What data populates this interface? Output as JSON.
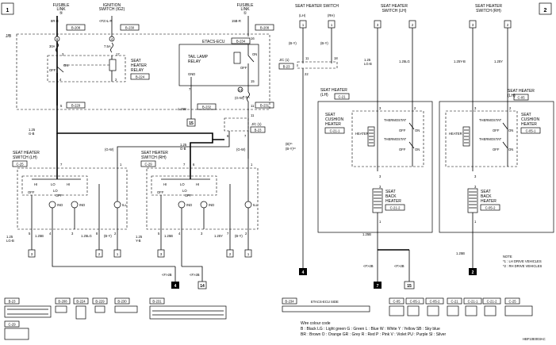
{
  "page_numbers": [
    "1",
    "2"
  ],
  "top_labels": {
    "fusible_link_5": [
      "FUSIBLE",
      "LINK",
      "⑤"
    ],
    "ignition_switch": [
      "IGNITION",
      "SWITCH (IG2)"
    ],
    "fusible_link_1": [
      "FUSIBLE",
      "LINK",
      "①"
    ],
    "seat_heater_switch": "SEAT HEATER SWITCH",
    "lh": "(LH)",
    "rh": "(RH)",
    "seat_heater_switch_lh": [
      "SEAT HEATER",
      "SWITCH (LH)"
    ],
    "seat_heater_switch_rh": [
      "SEAT HEATER",
      "SWITCH (RH)"
    ]
  },
  "left_wires": {
    "w_8r": "8R-R",
    "w_f2l": "<F2>L-R",
    "w_15b": "15B-R",
    "jb": "J/B",
    "b208a": "B-208",
    "b230": "B-230",
    "b208b": "B-208",
    "pin6": "6",
    "pin4a": "4",
    "pin16": "16",
    "amp30": "30A",
    "amp7_5": "7.5A",
    "pin3": "3",
    "pin17": "17",
    "etacs": "ETACS-ECU",
    "b234": "B-234",
    "off": "OFF",
    "on": "ON",
    "seat_heater_relay": [
      "SEAT",
      "HEATER",
      "RELAY"
    ],
    "b224": "B-224",
    "tail_lamp_relay": [
      "TAIL LAMP",
      "RELAY"
    ],
    "gnd": "GND",
    "pin4b": "4",
    "pin2": "2",
    "pin7": "7",
    "pin15": "15",
    "pin14": "14",
    "amp7_5b": "7.5A",
    "pin5": "5",
    "b229": "B-229",
    "w125b": "1.25B",
    "b232": "B-232",
    "gw": "(G-W)",
    "pin11": "11",
    "b231": "B-231",
    "ground15": "15",
    "jc1": "J/C (1)",
    "b23": "B-23",
    "w125gb": [
      "1.25",
      "G-B"
    ],
    "pin6b": "6",
    "pin7b": "7",
    "pin8": "8"
  },
  "switch_lh": {
    "title": [
      "SEAT HEATER",
      "SWITCH (LH)"
    ],
    "conn": "C-25",
    "pins_top": [
      "7",
      "1"
    ],
    "hi": "HI",
    "lo": "LO",
    "off": "OFF",
    "ind": "IND",
    "ill": "ILL",
    "pins_bottom": [
      "5",
      "4",
      "3",
      "8",
      "2"
    ],
    "gw": "(G-W)"
  },
  "switch_rh": {
    "title": [
      "SEAT HEATER",
      "SWITCH (RH)"
    ],
    "conn": "C-29",
    "pins_top": [
      "7",
      "6",
      "1"
    ],
    "pins_bottom": [
      "5",
      "4",
      "3",
      "7",
      "2"
    ]
  },
  "bottom_wires": {
    "w125lgb": [
      "1.25",
      "LG-B"
    ],
    "w125b_a": "1.25B",
    "w125lg": "1.25LG",
    "by": "(B-Y)",
    "w125yb": [
      "1.25",
      "Y-B"
    ],
    "w125b_b": "1.25B",
    "w125y": "1.25Y",
    "f2b_a": "<F>2B",
    "f2b_b": "<F>2B",
    "ground4": "4",
    "ground14": "14"
  },
  "mid_wires": {
    "jc1": "J/C (1)",
    "b23": "B-23",
    "by_a": "(B-Y)",
    "by_b": "(B-Y)",
    "pin11": "11",
    "pin18": "18",
    "pin22": "22",
    "bstar": [
      "(B)*¹",
      "(B-Y)*²"
    ],
    "ground4": "4",
    "b234": "B-234",
    "etacs_ecu_side": "ETACS-ECU SIDE"
  },
  "right_wires": {
    "w125lgb": [
      "1.25",
      "LG-B"
    ],
    "w125lg": "1.25LG",
    "w125yb": "1.25Y-B",
    "w125y": "1.25Y",
    "w125b_a": "1.25B",
    "w125b_b": "1.25B",
    "f2b_a": "<F>2B",
    "f2b_b": "<F>2B",
    "ground7": "7",
    "ground15": "15",
    "ground2": "2"
  },
  "heater_lh": {
    "title": [
      "SEAT HEATER",
      "(LH)"
    ],
    "conn": "C-21",
    "cushion": [
      "SEAT",
      "CUSHION",
      "HEATER"
    ],
    "cushion_conn": "C-21-1",
    "heater": "HEATER",
    "thermostat": "THERMOSTAT",
    "off": "OFF",
    "on": "ON",
    "back": [
      "SEAT",
      "BACK",
      "HEATER"
    ],
    "back_conn": "C-21-2"
  },
  "heater_rh": {
    "title": [
      "SEAT HEATER",
      "(RH)"
    ],
    "conn": "C-05",
    "cushion_conn": "C-05-1",
    "back_conn": "C-05-2"
  },
  "note": [
    "NOTE",
    "*1 : LH DRIVE VEHICLES",
    "*2 : RH DRIVE VEHICLES"
  ],
  "connectors": {
    "b23": "B-23",
    "b208": "B-208",
    "b224": "B-224",
    "b229": "B-229",
    "b230": "B-230",
    "b231": "B-231",
    "c29": "C-29",
    "b234": "B-234",
    "etacs": "ETACS-ECU SIDE",
    "c05": "C-05",
    "c051": "C-05-1",
    "c052": "C-05-2",
    "c21": "C-21",
    "c211": "C-21-1",
    "c212": "C-21-2",
    "c25": "C-25"
  },
  "wire_colour_code": {
    "title": "Wire colour code",
    "line1": "B : Black    LG : Light green    G : Green    L : Blue    W : White    Y : Yellow    SB : Sky blue",
    "line2": "BR : Brown    O : Orange    GR : Grey    R : Red    P : Pink    V : Violet    PU : Purple    SI : Silver"
  },
  "diagram_code": "HBF10E003AC"
}
